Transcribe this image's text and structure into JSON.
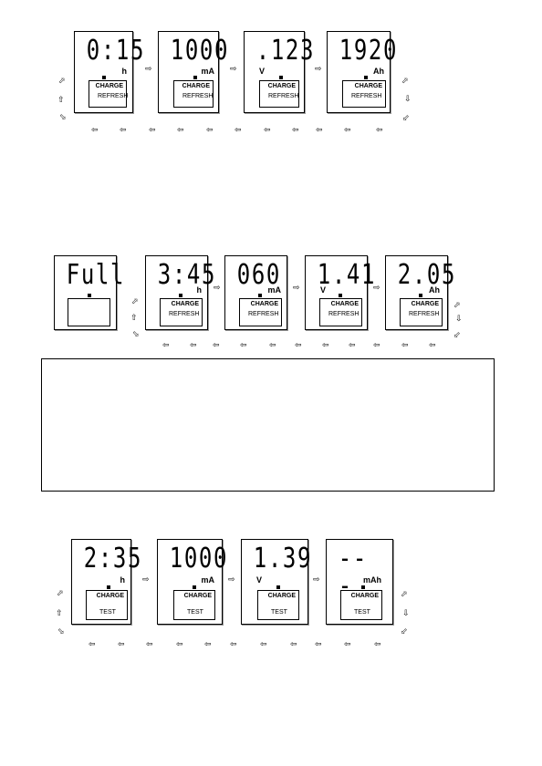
{
  "sequences": [
    {
      "displays": [
        {
          "digits": "0:15",
          "unit": "h",
          "vlabel": "",
          "charge": "CHARGE",
          "mode": "REFRESH"
        },
        {
          "digits": "1000",
          "unit": "mA",
          "vlabel": "",
          "charge": "CHARGE",
          "mode": "REFRESH"
        },
        {
          "digits": ".123",
          "unit": "",
          "vlabel": "V",
          "charge": "CHARGE",
          "mode": "REFRESH"
        },
        {
          "digits": "1920",
          "unit": "Ah",
          "vlabel": "",
          "charge": "CHARGE",
          "mode": "REFRESH"
        }
      ]
    },
    {
      "full_display": {
        "digits": "Full"
      },
      "displays": [
        {
          "digits": "3:45",
          "unit": "h",
          "vlabel": "",
          "charge": "CHARGE",
          "mode": "REFRESH"
        },
        {
          "digits": "060",
          "unit": "mA",
          "vlabel": "",
          "charge": "CHARGE",
          "mode": "REFRESH"
        },
        {
          "digits": "1.41",
          "unit": "",
          "vlabel": "V",
          "charge": "CHARGE",
          "mode": "REFRESH"
        },
        {
          "digits": "2.05",
          "unit": "Ah",
          "vlabel": "",
          "charge": "CHARGE",
          "mode": "REFRESH"
        }
      ]
    },
    {
      "displays": [
        {
          "digits": "2:35",
          "unit": "h",
          "vlabel": "",
          "charge": "CHARGE",
          "mode": "TEST"
        },
        {
          "digits": "1000",
          "unit": "mA",
          "vlabel": "",
          "charge": "CHARGE",
          "mode": "TEST"
        },
        {
          "digits": "1.39",
          "unit": "",
          "vlabel": "V",
          "charge": "CHARGE",
          "mode": "TEST"
        },
        {
          "digits": "---",
          "unit": "mAh",
          "vlabel": "",
          "charge": "CHARGE",
          "mode": "TEST"
        }
      ]
    }
  ],
  "arrows": {
    "right": "⇨",
    "left": "⇦",
    "up": "⇧",
    "down": "⇩",
    "up_left": "⬀",
    "down_left": "⬃",
    "down_right": "⬂"
  }
}
